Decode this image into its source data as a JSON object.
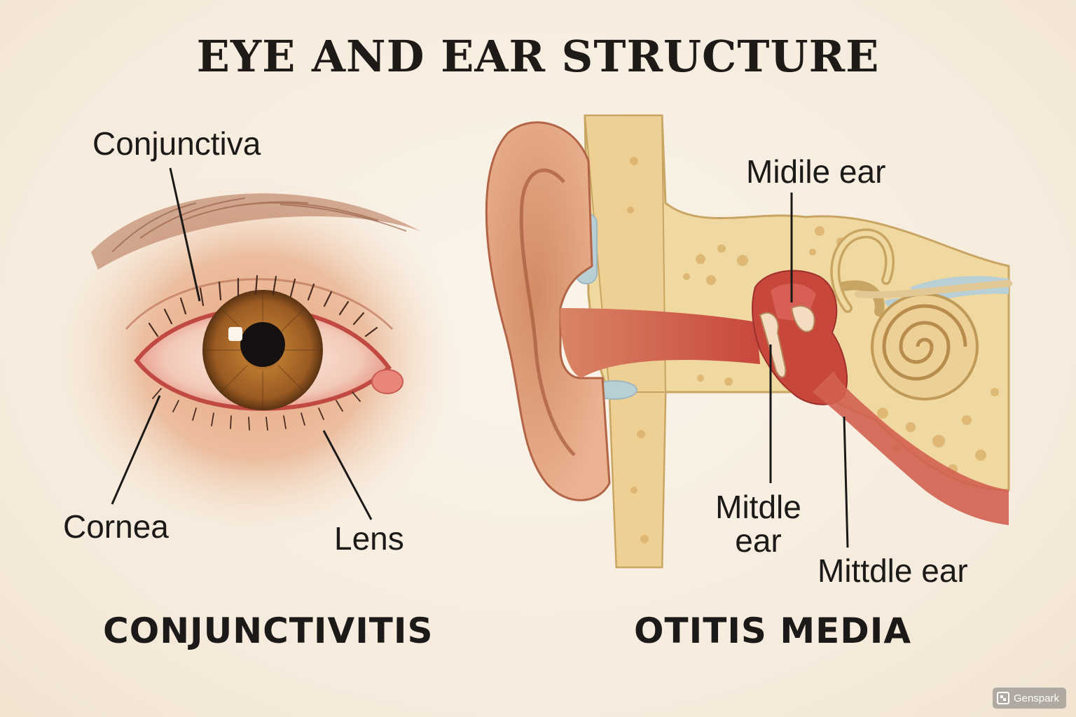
{
  "title": "EYE AND EAR STRUCTURE",
  "eye": {
    "labels": {
      "conjunctiva": "Conjunctiva",
      "cornea": "Cornea",
      "lens": "Lens"
    },
    "caption": "CONJUNCTIVITIS",
    "icon": "eye-illustration"
  },
  "ear": {
    "labels": {
      "top": "Midile ear",
      "middle_line1": "Mitdle",
      "middle_line2": "ear",
      "bottom": "Mittdle ear"
    },
    "caption": "OTITIS MEDIA",
    "icon": "ear-cross-section-illustration"
  },
  "watermark": {
    "text": "Genspark",
    "icon": "genspark-logo-icon"
  },
  "colors": {
    "background": "#f8efe2",
    "text": "#1c1a18",
    "iris": "#a4692c",
    "inflamed": "#d5544a",
    "bone": "#f0d9a0"
  }
}
